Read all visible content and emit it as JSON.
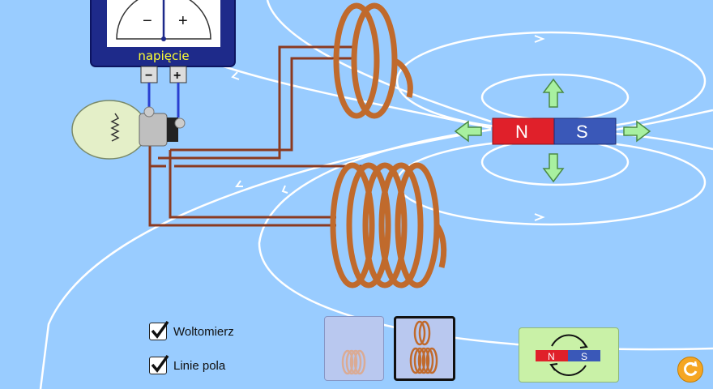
{
  "voltmeter": {
    "label": "napięcie",
    "minus_symbol": "−",
    "plus_symbol": "+",
    "terminal_minus": "−",
    "terminal_plus": "+"
  },
  "magnet": {
    "north_label": "N",
    "south_label": "S",
    "north_color": "#e0202a",
    "south_color": "#3a58b8"
  },
  "controls": {
    "voltmeter_checkbox": {
      "label": "Woltomierz",
      "checked": true
    },
    "field_lines_checkbox": {
      "label": "Linie pola",
      "checked": true
    },
    "flip_button": {
      "north_label": "N",
      "south_label": "S"
    }
  },
  "colors": {
    "background": "#99ccff",
    "wire": "#8b3a20",
    "coil": "#c06a2c",
    "field_line": "#ffffff",
    "arrow": "#a8f0a0"
  },
  "icons": {
    "drag_arrows": "arrow-icon",
    "reset": "reset-icon",
    "flip": "rotate-arrows-icon"
  }
}
